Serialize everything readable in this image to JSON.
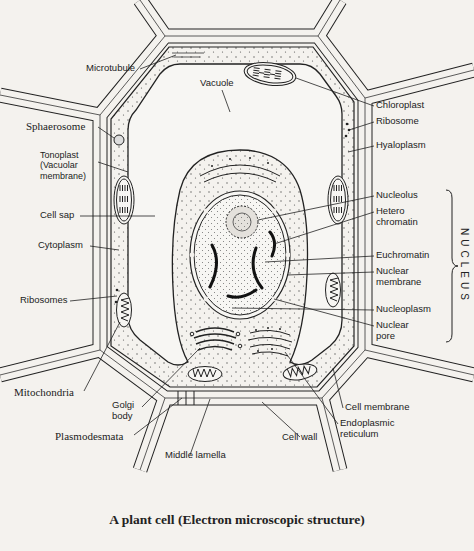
{
  "diagram": {
    "caption": "A plant cell (Electron microscopic structure)",
    "labels": [
      "Microtubule",
      "Vacuole",
      "Chloroplast",
      "Ribosome",
      "Sphaerosome",
      "Hyaloplasm",
      "Tonoplast (Vacuolar membrane)",
      "Cell sap",
      "Nucleolus",
      "Hetero chromatin",
      "Cytoplasm",
      "Euchromatin",
      "Nuclear membrane",
      "NUCLEUS",
      "Nucleoplasm",
      "Ribosomes",
      "Nuclear pore",
      "Mitochondria",
      "Golgi body",
      "Plasmodesmata",
      "Cell membrane",
      "Endoplasmic reticulum",
      "Cell wall",
      "Middle lamella"
    ]
  }
}
